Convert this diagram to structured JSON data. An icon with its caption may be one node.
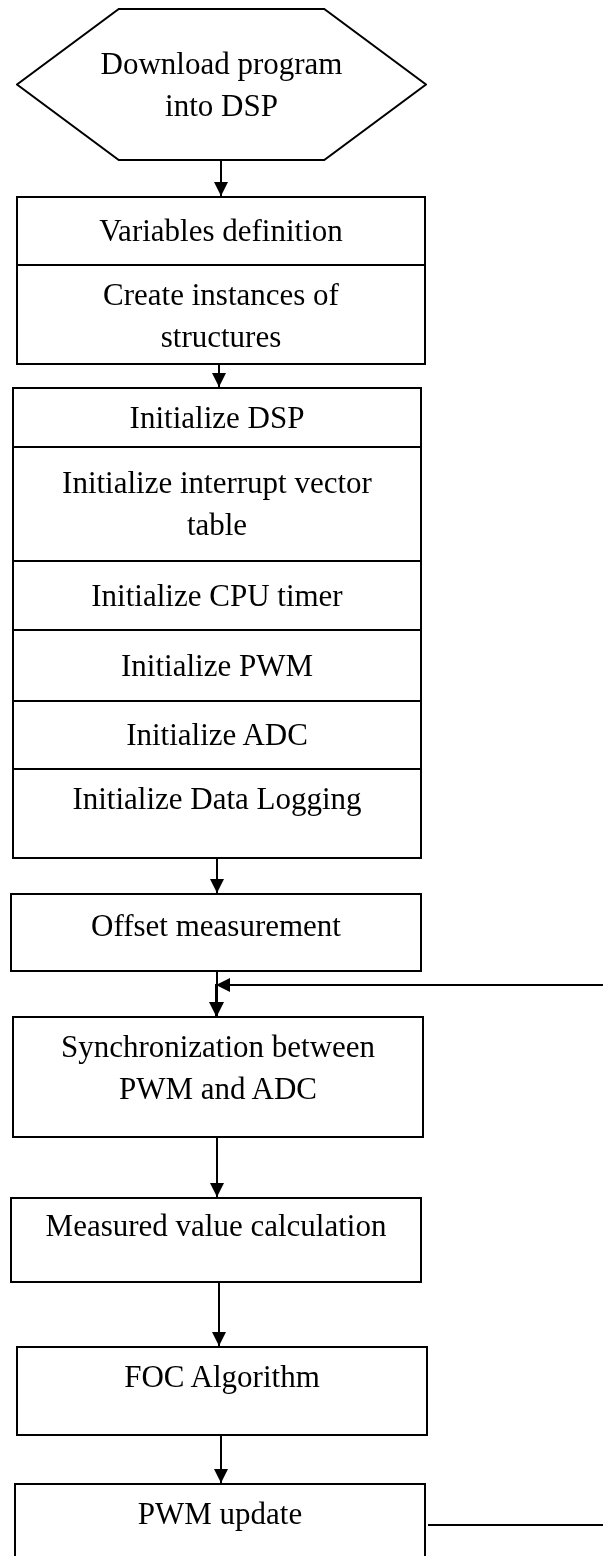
{
  "diagram": {
    "nodes": [
      {
        "text": [
          "Download program into DSP"
        ]
      },
      {
        "text": [],
        "shape": "box"
      },
      {
        "text": [
          "Variables definition"
        ],
        "in": 1
      },
      {
        "text": [
          "Create instances of structures"
        ],
        "in": 1
      },
      {
        "text": [],
        "shape": "box"
      },
      {
        "text": [
          "Initialize DSP"
        ],
        "in": 4
      },
      {
        "text": [
          "Initialize interrupt vector table"
        ],
        "in": 4
      },
      {
        "text": [
          "Initialize CPU timer"
        ],
        "in": 4
      },
      {
        "text": [
          "Initialize PWM"
        ],
        "in": 4
      },
      {
        "text": [
          "Initialize ADC"
        ],
        "in": 4
      },
      {
        "text": [
          "Initialize Data Logging"
        ],
        "in": 4
      },
      {
        "text": [
          "Offset measurement"
        ]
      },
      {
        "text": [
          "Synchronization between PWM and ADC"
        ]
      },
      {
        "text": [
          "Measured value calculation"
        ]
      },
      {
        "text": [
          "FOC Algorithm"
        ]
      },
      {
        "text": [
          "PWM update"
        ]
      }
    ],
    "edges": [
      {
        "from": 0,
        "to": 1,
        "arrow": "to"
      },
      {
        "from": 1,
        "to": 4,
        "arrow": "to"
      },
      {
        "from": 4,
        "to": 11,
        "arrow": "to"
      },
      {
        "from": 11,
        "to": 12,
        "arrow": "to"
      },
      {
        "from": 12,
        "to": 13,
        "arrow": "to"
      },
      {
        "from": 13,
        "to": 14,
        "arrow": "to"
      },
      {
        "from": 14,
        "to": 15,
        "arrow": "to"
      },
      {
        "from": 15,
        "to": null,
        "arrow": "none"
      },
      {
        "from": null,
        "to": 12,
        "arrow": "to"
      }
    ]
  }
}
